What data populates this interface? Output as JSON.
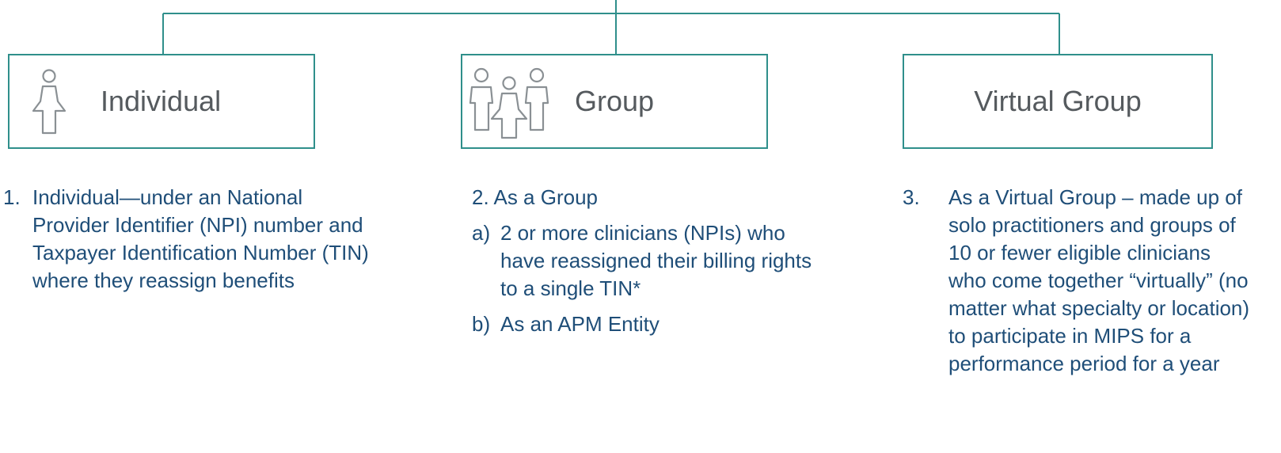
{
  "colors": {
    "box_border": "#2f8f8b",
    "title_text": "#555a5e",
    "body_text": "#1f4e78",
    "icon_stroke": "#8a9094"
  },
  "cards": [
    {
      "title": "Individual",
      "icon": "person-icon"
    },
    {
      "title": "Group",
      "icon": "people-group-icon"
    },
    {
      "title": "Virtual Group",
      "icon": ""
    }
  ],
  "descriptions": {
    "individual": {
      "number": "1.",
      "text": "Individual—under an National Provider Identifier (NPI) number and Taxpayer Identification Number (TIN) where they reassign benefits"
    },
    "group": {
      "heading": "2. As a Group",
      "item_a_marker": "a)",
      "item_a_text": "2 or more clinicians (NPIs) who have reassigned their billing rights to a single TIN*",
      "item_b_marker": "b)",
      "item_b_text": "As an APM Entity"
    },
    "virtual_group": {
      "number": "3.",
      "text": "As a Virtual Group – made up of solo practitioners and groups of 10 or fewer eligible clinicians who come together “virtually” (no matter what specialty or location) to participate in MIPS for a performance period for a year"
    }
  }
}
